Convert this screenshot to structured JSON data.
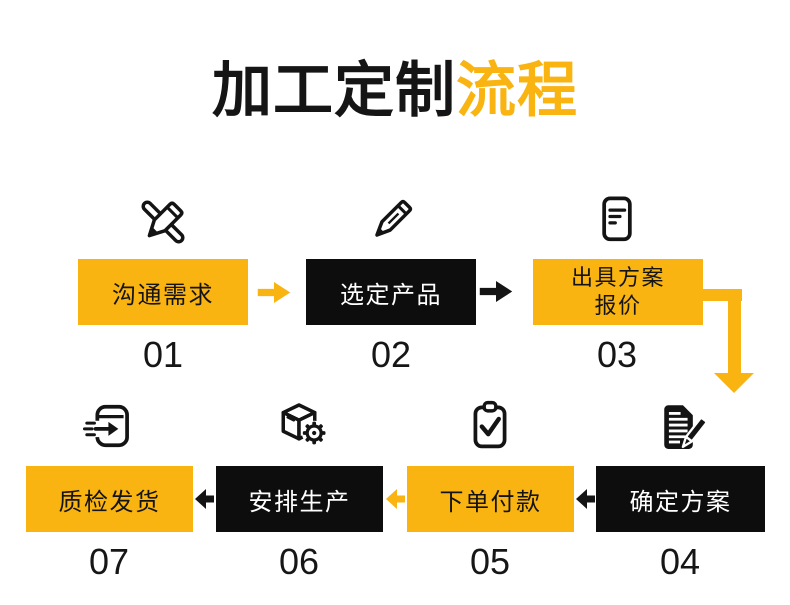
{
  "title": {
    "black_part": "加工定制",
    "yellow_part": "流程"
  },
  "colors": {
    "accent_yellow": "#F9B412",
    "ink_black": "#111111",
    "background": "#FFFFFF",
    "text_on_yellow": "#141414",
    "text_on_black": "#FFFFFF"
  },
  "steps": [
    {
      "num": "01",
      "label": "沟通需求",
      "variant": "yellow",
      "icon": "crossed-pens-icon"
    },
    {
      "num": "02",
      "label": "选定产品",
      "variant": "black",
      "icon": "pencil-icon"
    },
    {
      "num": "03",
      "label_line1": "出具方案",
      "label_line2": "报价",
      "variant": "yellow",
      "icon": "document-lines-icon"
    },
    {
      "num": "04",
      "label": "确定方案",
      "variant": "black",
      "icon": "document-pen-icon"
    },
    {
      "num": "05",
      "label": "下单付款",
      "variant": "yellow",
      "icon": "clipboard-check-icon"
    },
    {
      "num": "06",
      "label": "安排生产",
      "variant": "black",
      "icon": "box-gear-icon"
    },
    {
      "num": "07",
      "label": "质检发货",
      "variant": "yellow",
      "icon": "box-arrow-icon"
    }
  ],
  "flow": {
    "top_row_direction": "left-to-right",
    "bottom_row_direction": "right-to-left",
    "arrows": [
      {
        "between": "01-02",
        "color": "yellow",
        "direction": "right"
      },
      {
        "between": "02-03",
        "color": "black",
        "direction": "right"
      },
      {
        "between": "03-04",
        "color": "yellow",
        "direction": "elbow-right-down"
      },
      {
        "between": "04-05",
        "color": "black",
        "direction": "left"
      },
      {
        "between": "05-06",
        "color": "yellow",
        "direction": "left"
      },
      {
        "between": "06-07",
        "color": "black",
        "direction": "left"
      }
    ]
  }
}
